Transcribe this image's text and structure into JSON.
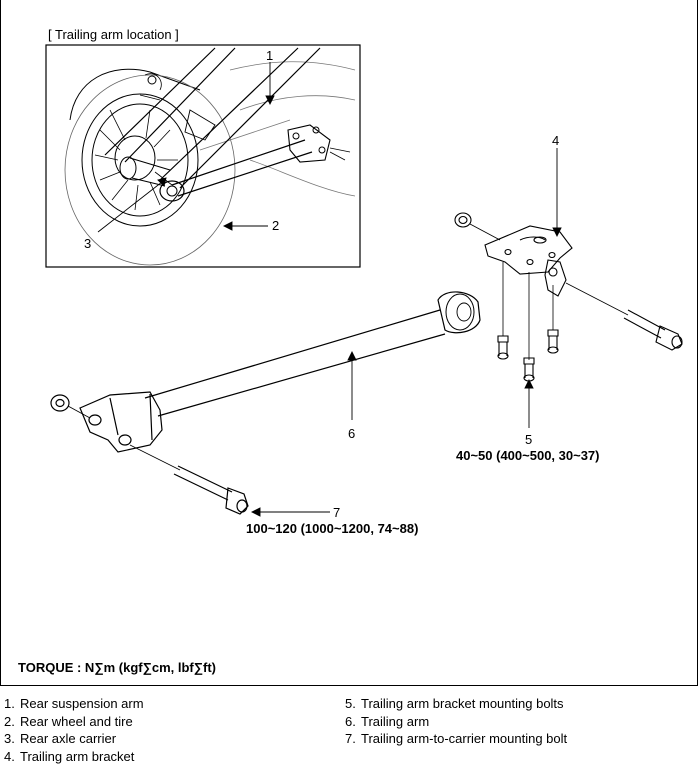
{
  "location_title": "[ Trailing arm location ]",
  "callouts": {
    "c1": "1",
    "c2": "2",
    "c3": "3",
    "c4": "4",
    "c5": "5",
    "c6": "6",
    "c7": "7"
  },
  "torque_specs": {
    "bracket_bolts": "40~50 (400~500, 30~37)",
    "carrier_bolt": "100~120 (1000~1200, 74~88)"
  },
  "torque_heading": "TORQUE : N∑m (kgf∑cm, lbf∑ft)",
  "legend": {
    "left": [
      {
        "num": "1.",
        "label": "Rear suspension arm"
      },
      {
        "num": "2.",
        "label": "Rear wheel and tire"
      },
      {
        "num": "3.",
        "label": "Rear axle carrier"
      },
      {
        "num": "4.",
        "label": "Trailing arm bracket"
      }
    ],
    "right": [
      {
        "num": "5.",
        "label": "Trailing arm bracket mounting bolts"
      },
      {
        "num": "6.",
        "label": "Trailing arm"
      },
      {
        "num": "7.",
        "label": "Trailing arm-to-carrier mounting bolt"
      }
    ]
  }
}
